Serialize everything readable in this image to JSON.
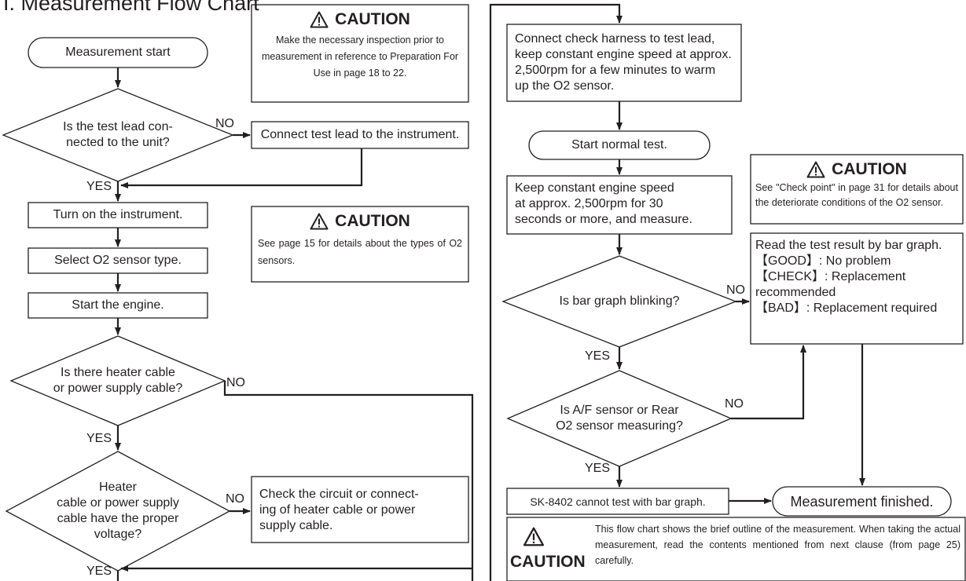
{
  "page": {
    "title": "I. Measurement Flow Chart"
  },
  "left_flow": {
    "start": "Measurement start",
    "q_test_lead": "Is the test lead con-\nnected to the unit?",
    "connect_test_lead": "Connect test lead to the instrument.",
    "turn_on": "Turn on the instrument.",
    "select_sensor": "Select O2 sensor type.",
    "start_engine": "Start the engine.",
    "q_heater_cable": "Is there heater cable\nor power supply cable?",
    "q_voltage": "Heater\ncable or power supply\ncable have the proper\nvoltage?",
    "check_circuit": "Check the circuit or connect-\ning of heater cable or power\nsupply cable.",
    "label_no_1": "NO",
    "label_yes_1": "YES",
    "label_no_2": "NO",
    "label_yes_2": "YES",
    "label_no_3": "NO",
    "label_yes_3": "YES"
  },
  "right_flow": {
    "connect_harness": "Connect check harness to test lead,\nkeep constant engine speed at approx.\n2,500rpm for a few minutes to warm\nup the O2 sensor.",
    "start_normal_test": "Start normal test.",
    "keep_speed": "Keep constant engine speed\nat approx. 2,500rpm for 30\nseconds or more, and measure.",
    "q_bar_blinking": "Is bar graph blinking?",
    "result_title": "Read the test result by bar graph.",
    "result_good": "【GOOD】: No problem",
    "result_check": "【CHECK】: Replacement",
    "result_check_cont": "recommended",
    "result_bad": "【BAD】: Replacement required",
    "q_af_sensor": "Is A/F sensor or Rear\nO2 sensor measuring?",
    "cannot_test": "SK-8402 cannot test with bar graph.",
    "finished": "Measurement finished.",
    "label_no_1": "NO",
    "label_yes_1": "YES",
    "label_no_2": "NO",
    "label_yes_2": "YES"
  },
  "cautions": {
    "top": {
      "heading": "CAUTION",
      "body": "Make the necessary inspection prior to measurement in reference to Preparation For Use in page 18 to 22."
    },
    "middle": {
      "heading": "CAUTION",
      "body": "See page 15 for details about the types of O2 sensors."
    },
    "right": {
      "heading": "CAUTION",
      "body": "See \"Check point\" in page 31 for details about the deteriorate conditions of the O2 sensor."
    },
    "bottom": {
      "heading": "CAUTION",
      "body": "This flow chart shows the brief outline of the measurement. When taking the actual measurement, read the contents mentioned from next clause (from page 25) carefully."
    }
  },
  "icons": {
    "warning": "warning-triangle-icon"
  },
  "colors": {
    "ink": "#231f20",
    "background": "#ffffff"
  }
}
